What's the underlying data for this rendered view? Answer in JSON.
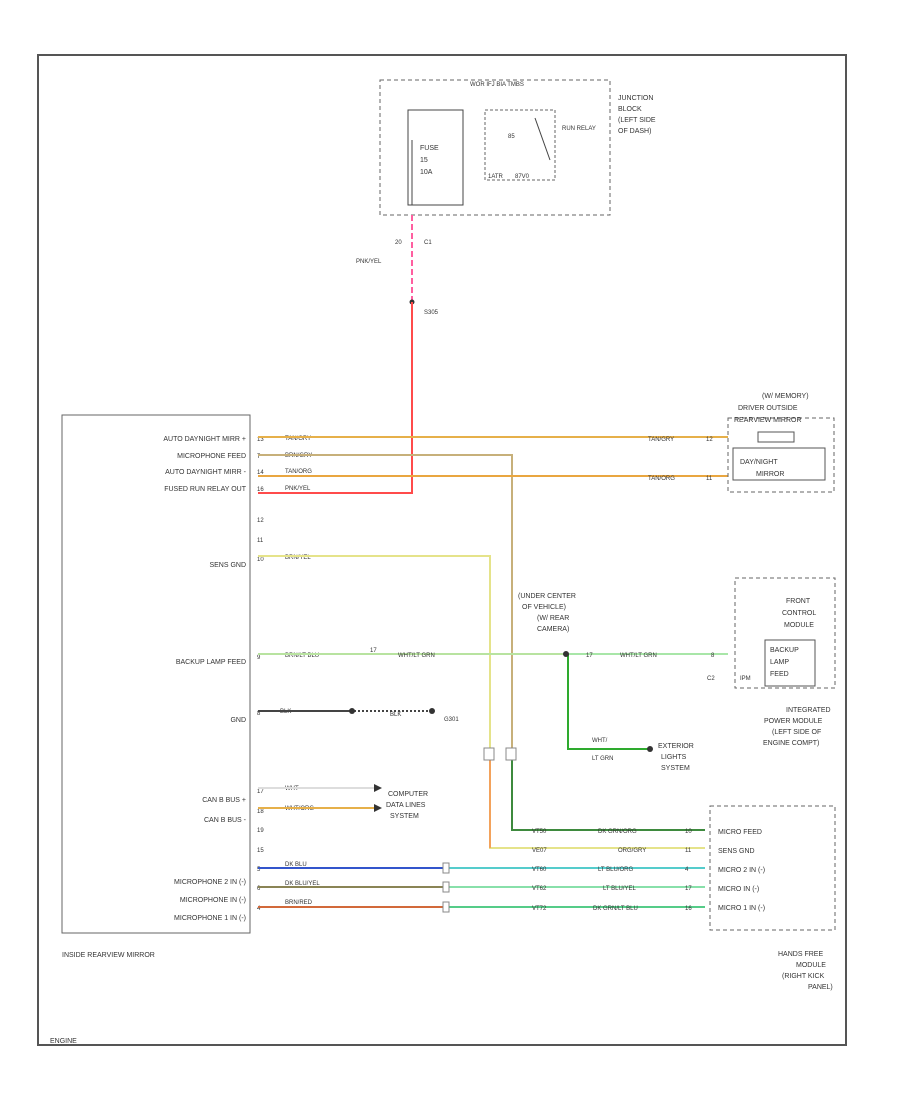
{
  "colors": {
    "frame": "#555555",
    "red": "#ff4b4b",
    "pink": "#ff5fa0",
    "orange": "#f3a25b",
    "tan": "#c7b07a",
    "yellow": "#e5e38a",
    "light_green": "#9fe59f",
    "green": "#2eaa2e",
    "dark_green": "#3e8a3e",
    "blue": "#3355cc",
    "cyan": "#55cccc",
    "olive": "#8a8455",
    "brown": "#b45a2a",
    "dark": "#444444"
  },
  "underdash_panel": {
    "title": "WOR IFJ BIA TMBS",
    "fuse": "FUSE",
    "fuse_num": "15",
    "fuse_amp": "10A",
    "relay_label": "RUN RELAY",
    "relay_pin1": "85",
    "relay_pin2": "1ATR",
    "relay_pin3": "87V0"
  },
  "junction_block": [
    "JUNCTION",
    "BLOCK",
    "(LEFT SIDE",
    "OF DASH)"
  ],
  "connector_top": {
    "pin": "20",
    "conn": "C1",
    "wire": "PNK/YEL",
    "splice": "S305"
  },
  "mirror": {
    "pins": [
      {
        "label": "AUTO DAYNIGHT MIRR +",
        "pin": "13",
        "wire": "TAN/GRY"
      },
      {
        "label": "MICROPHONE FEED",
        "pin": "7",
        "wire": "BRN/GRY"
      },
      {
        "label": "AUTO DAYNIGHT MIRR -",
        "pin": "14",
        "wire": "TAN/ORG"
      },
      {
        "label": "FUSED RUN RELAY OUT",
        "pin": "16",
        "wire": "PNK/YEL"
      },
      {
        "label": "",
        "pin": "12",
        "wire": ""
      },
      {
        "label": "",
        "pin": "11",
        "wire": ""
      },
      {
        "label": "SENS GND",
        "pin": "10",
        "wire": "BRN/YEL"
      },
      {
        "label": "BACKUP LAMP FEED",
        "pin": "9",
        "wire": "BRN/LT BLU"
      },
      {
        "label": "GND",
        "pin": "8",
        "wire": "BLK"
      },
      {
        "label": "CAN B BUS +",
        "pin": "17",
        "wire": "WHT"
      },
      {
        "label": "CAN B BUS -",
        "pin": "18",
        "wire": "WHT/ORG"
      },
      {
        "label": "",
        "pin": "19",
        "wire": ""
      },
      {
        "label": "",
        "pin": "15",
        "wire": ""
      },
      {
        "label": "MICROPHONE 2 IN (-)",
        "pin": "5",
        "wire": "DK BLU"
      },
      {
        "label": "MICROPHONE IN (-)",
        "pin": "6",
        "wire": "DK BLU/YEL"
      },
      {
        "label": "MICROPHONE 1 IN (-)",
        "pin": "4",
        "wire": "BRN/RED"
      }
    ],
    "title": "INSIDE REARVIEW MIRROR"
  },
  "driver_mirror": {
    "title": [
      "(W/ MEMORY)",
      "DRIVER OUTSIDE",
      "REARVIEW MIRROR"
    ],
    "component": [
      "DAY/NIGHT",
      "MIRROR"
    ],
    "wire1": "TAN/GRY",
    "pin1": "12",
    "wire2": "TAN/ORG",
    "pin2": "11"
  },
  "rear_camera": {
    "note": [
      "(UNDER CENTER",
      "OF VEHICLE)",
      "(W/ REAR",
      "CAMERA)"
    ],
    "conn_pin": "17",
    "wire_left": "WHT/LT GRN",
    "splice_pin": "17",
    "wire_right": "WHT/LT GRN"
  },
  "front_control": {
    "title": [
      "FRONT",
      "CONTROL",
      "MODULE"
    ],
    "component": [
      "BACKUP",
      "LAMP",
      "FEED"
    ],
    "pin": "8",
    "conn": "C2",
    "ipm": "IPM"
  },
  "ipm_note": [
    "INTEGRATED",
    "POWER MODULE",
    "(LEFT SIDE OF",
    "ENGINE COMPT)"
  ],
  "ground": {
    "wire1": "BLK",
    "wire2": "BLK",
    "ground_id": "G301"
  },
  "exterior": {
    "wire": "WHT/",
    "wire2": "LT GRN",
    "label": [
      "EXTERIOR",
      "LIGHTS",
      "SYSTEM"
    ]
  },
  "computer": {
    "label": [
      "COMPUTER",
      "DATA LINES",
      "SYSTEM"
    ]
  },
  "hands_free": {
    "pins": [
      {
        "label": "MICRO FEED",
        "pin": "10",
        "left": "VT50",
        "wire": "DK GRN/ORG"
      },
      {
        "label": "SENS GND",
        "pin": "11",
        "left": "VE07",
        "wire": "ORG/GRY"
      },
      {
        "label": "MICRO 2 IN (-)",
        "pin": "4",
        "left": "VT60",
        "wire": "LT BLU/ORG"
      },
      {
        "label": "MICRO IN (-)",
        "pin": "17",
        "left": "VT62",
        "wire": "LT BLU/YEL"
      },
      {
        "label": "MICRO 1 IN (-)",
        "pin": "16",
        "left": "VT72",
        "wire": "DK GRN/LT BLU"
      }
    ],
    "title": [
      "HANDS FREE",
      "MODULE",
      "(RIGHT KICK",
      "PANEL)"
    ]
  },
  "footer": "ENGINE"
}
